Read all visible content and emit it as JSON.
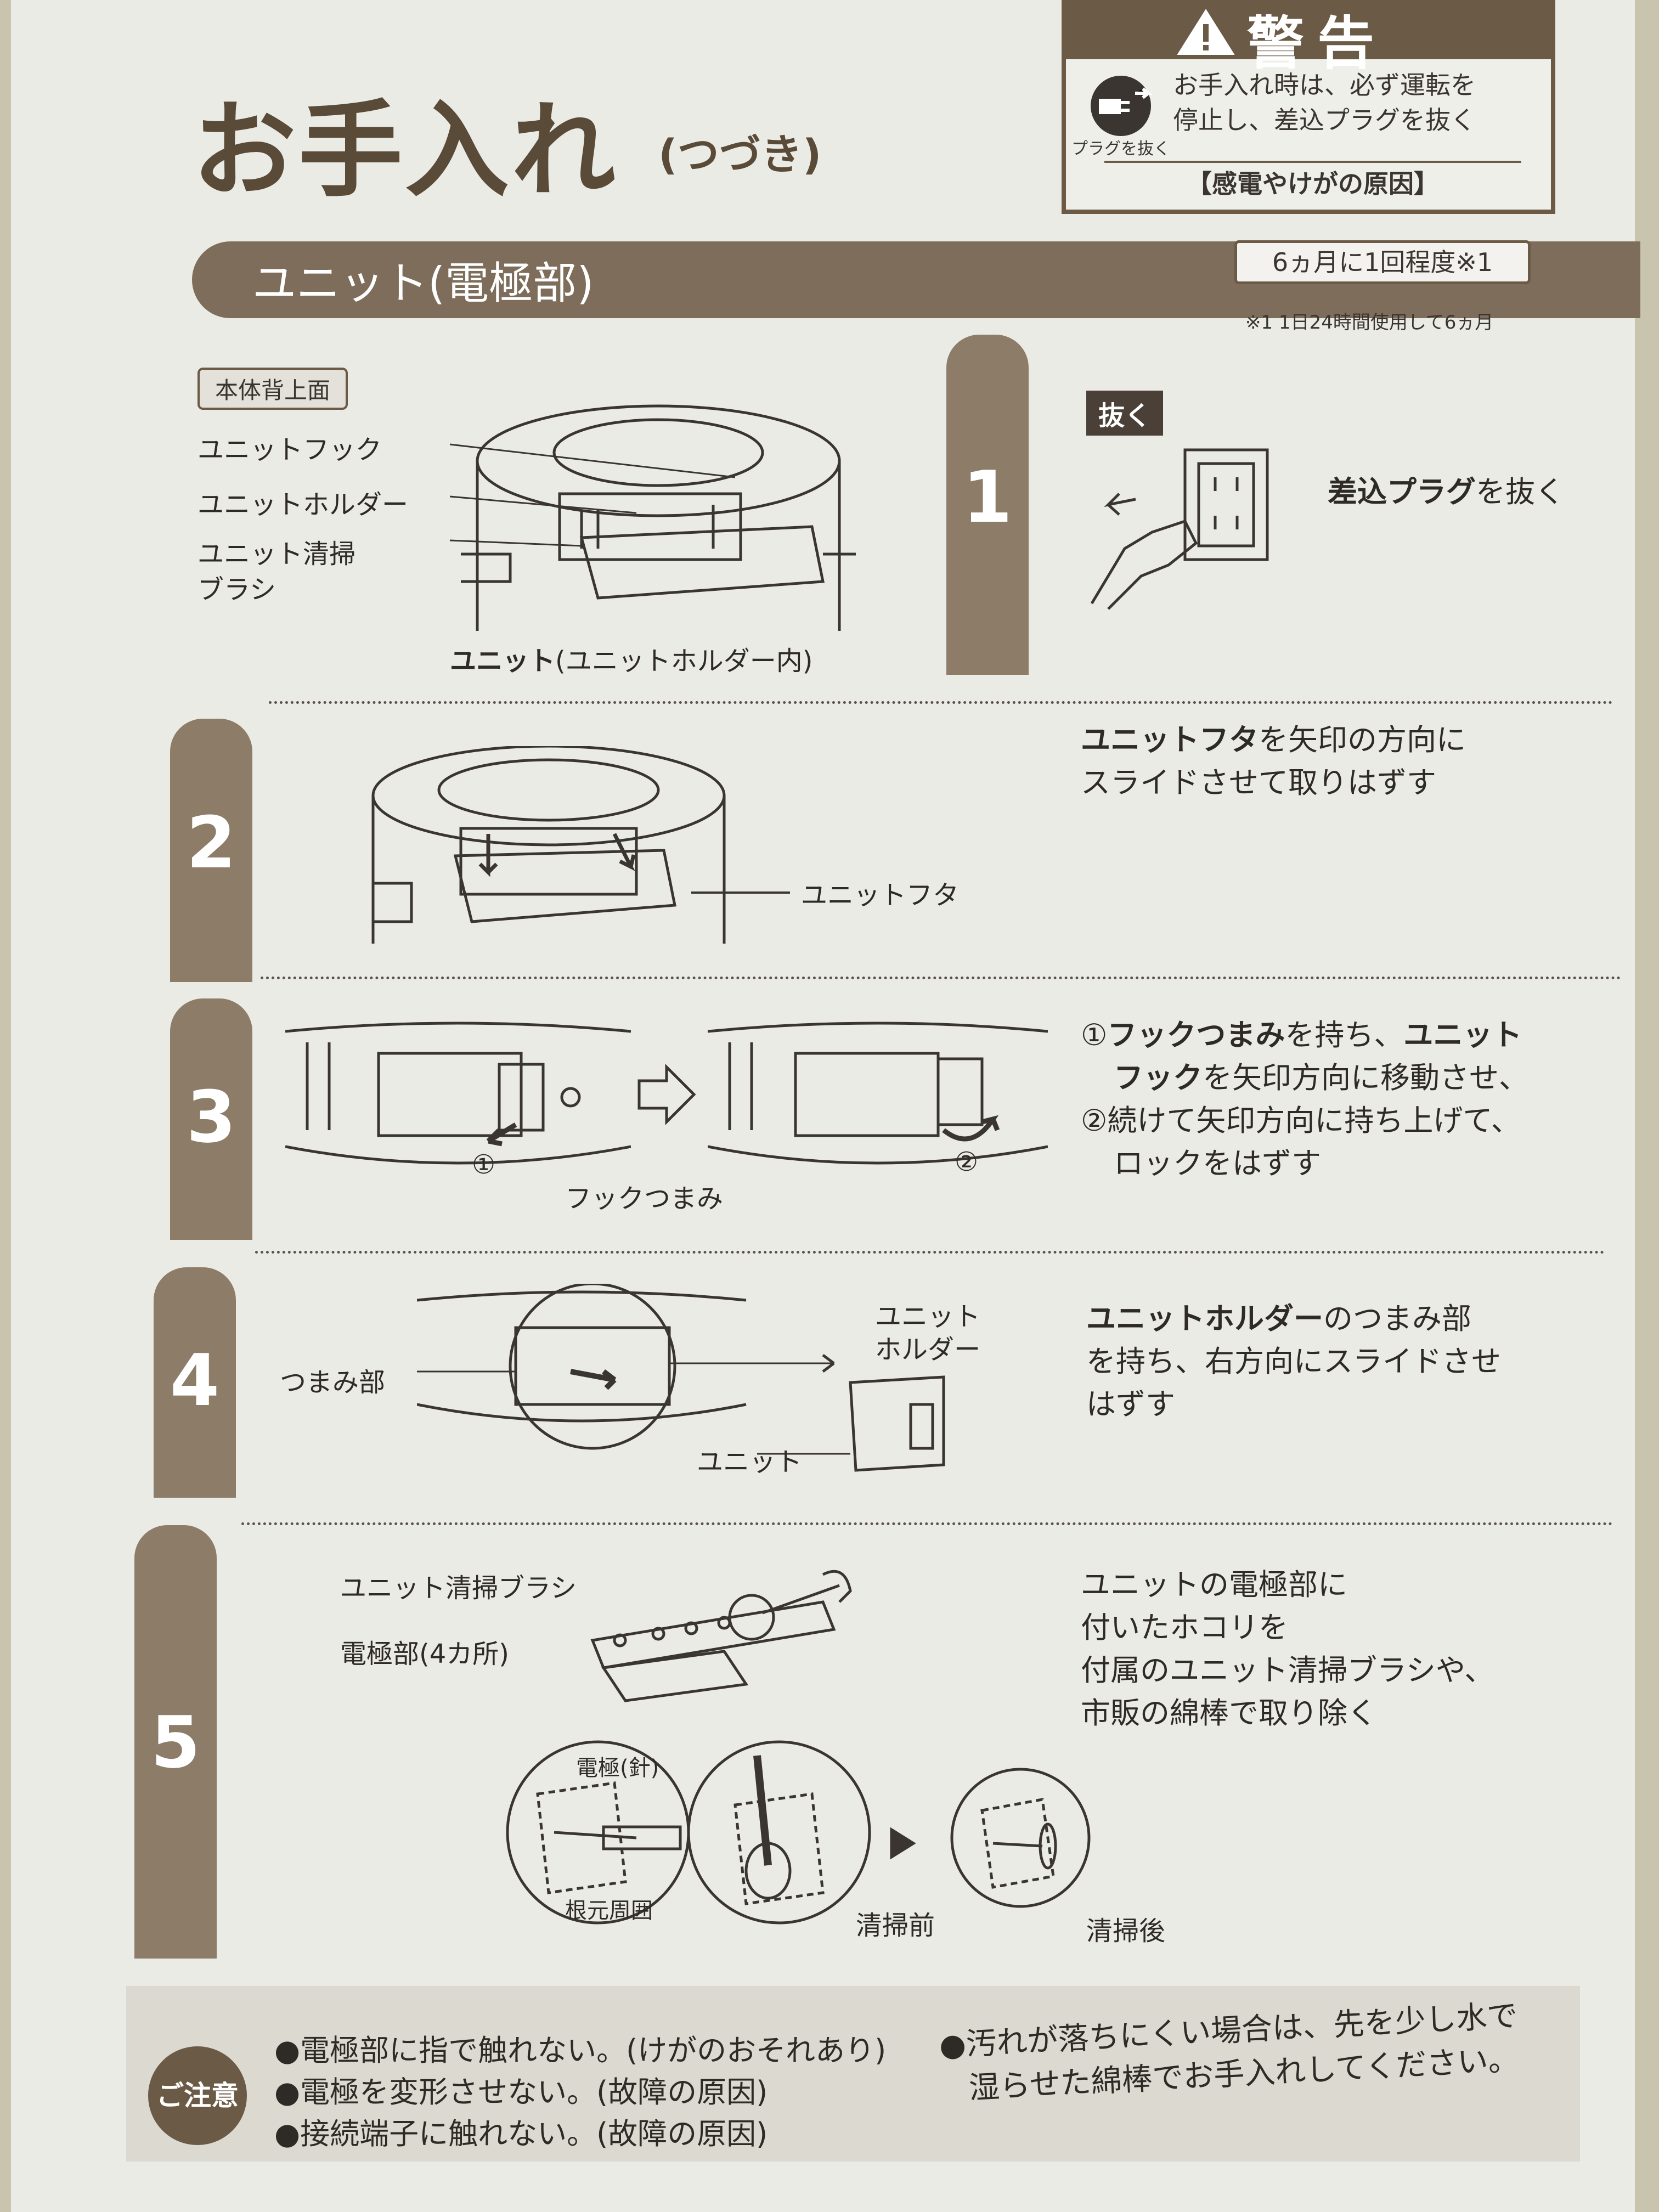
{
  "header": {
    "title": "お手入れ",
    "subtitle": "(つづき)"
  },
  "warning": {
    "title": "警告",
    "plug_label": "プラグを抜く",
    "line1": "お手入れ時は、必ず運転を",
    "line2": "停止し、差込プラグを抜く",
    "footer": "【感電やけがの原因】",
    "icon": "unplug-icon"
  },
  "section": {
    "title": "ユニット(電極部)",
    "frequency": "6ヵ月に1回程度※1",
    "footnote": "※1 1日24時間使用して6ヵ月"
  },
  "steps": [
    {
      "number": "1",
      "chip": "本体背上面",
      "labels": [
        "ユニットフック",
        "ユニットホルダー",
        "ユニット清掃",
        "ブラシ"
      ],
      "caption_bold": "ユニット",
      "caption_rest": "(ユニットホルダー内)",
      "tag": "抜く",
      "instruction_bold": "差込プラグ",
      "instruction_rest": "を抜く"
    },
    {
      "number": "2",
      "label": "ユニットフタ",
      "instruction_bold": "ユニットフタ",
      "instruction_rest1": "を矢印の方向に",
      "instruction_line2": "スライドさせて取りはずす"
    },
    {
      "number": "3",
      "marker1": "①",
      "marker2": "②",
      "label": "フックつまみ",
      "line1_a": "①",
      "line1_bold1": "フックつまみ",
      "line1_b": "を持ち、",
      "line1_bold2": "ユニット",
      "line2_bold": "フック",
      "line2_rest": "を矢印方向に移動させ、",
      "line3": "②続けて矢印方向に持ち上げて、",
      "line4": "ロックをはずす"
    },
    {
      "number": "4",
      "label_knob": "つまみ部",
      "label_holder1": "ユニット",
      "label_holder2": "ホルダー",
      "label_unit": "ユニット",
      "instruction_bold": "ユニットホルダー",
      "instruction_rest1": "のつまみ部",
      "instruction_line2": "を持ち、右方向にスライドさせ",
      "instruction_line3": "はずす"
    },
    {
      "number": "5",
      "label_brush": "ユニット清掃ブラシ",
      "label_electrode": "電極部(4カ所)",
      "label_needle": "電極(針)",
      "label_base": "根元周囲",
      "label_before": "清掃前",
      "label_after": "清掃後",
      "line1": "ユニットの電極部に",
      "line2": "付いたホコリを",
      "line3": "付属のユニット清掃ブラシや、",
      "line4": "市販の綿棒で取り除く"
    }
  ],
  "caution": {
    "badge": "ご注意",
    "items": [
      "●電極部に指で触れない。(けがのおそれあり)",
      "●電極を変形させない。(故障の原因)",
      "●接続端子に触れない。(故障の原因)"
    ],
    "note_line1": "●汚れが落ちにくい場合は、先を少し水で",
    "note_line2": "湿らせた綿棒でお手入れしてください。"
  },
  "colors": {
    "brand_brown": "#6b5a45",
    "tab_brown": "#8d7c68",
    "band_brown": "#7d6d5a",
    "paper": "#ebebe6"
  }
}
